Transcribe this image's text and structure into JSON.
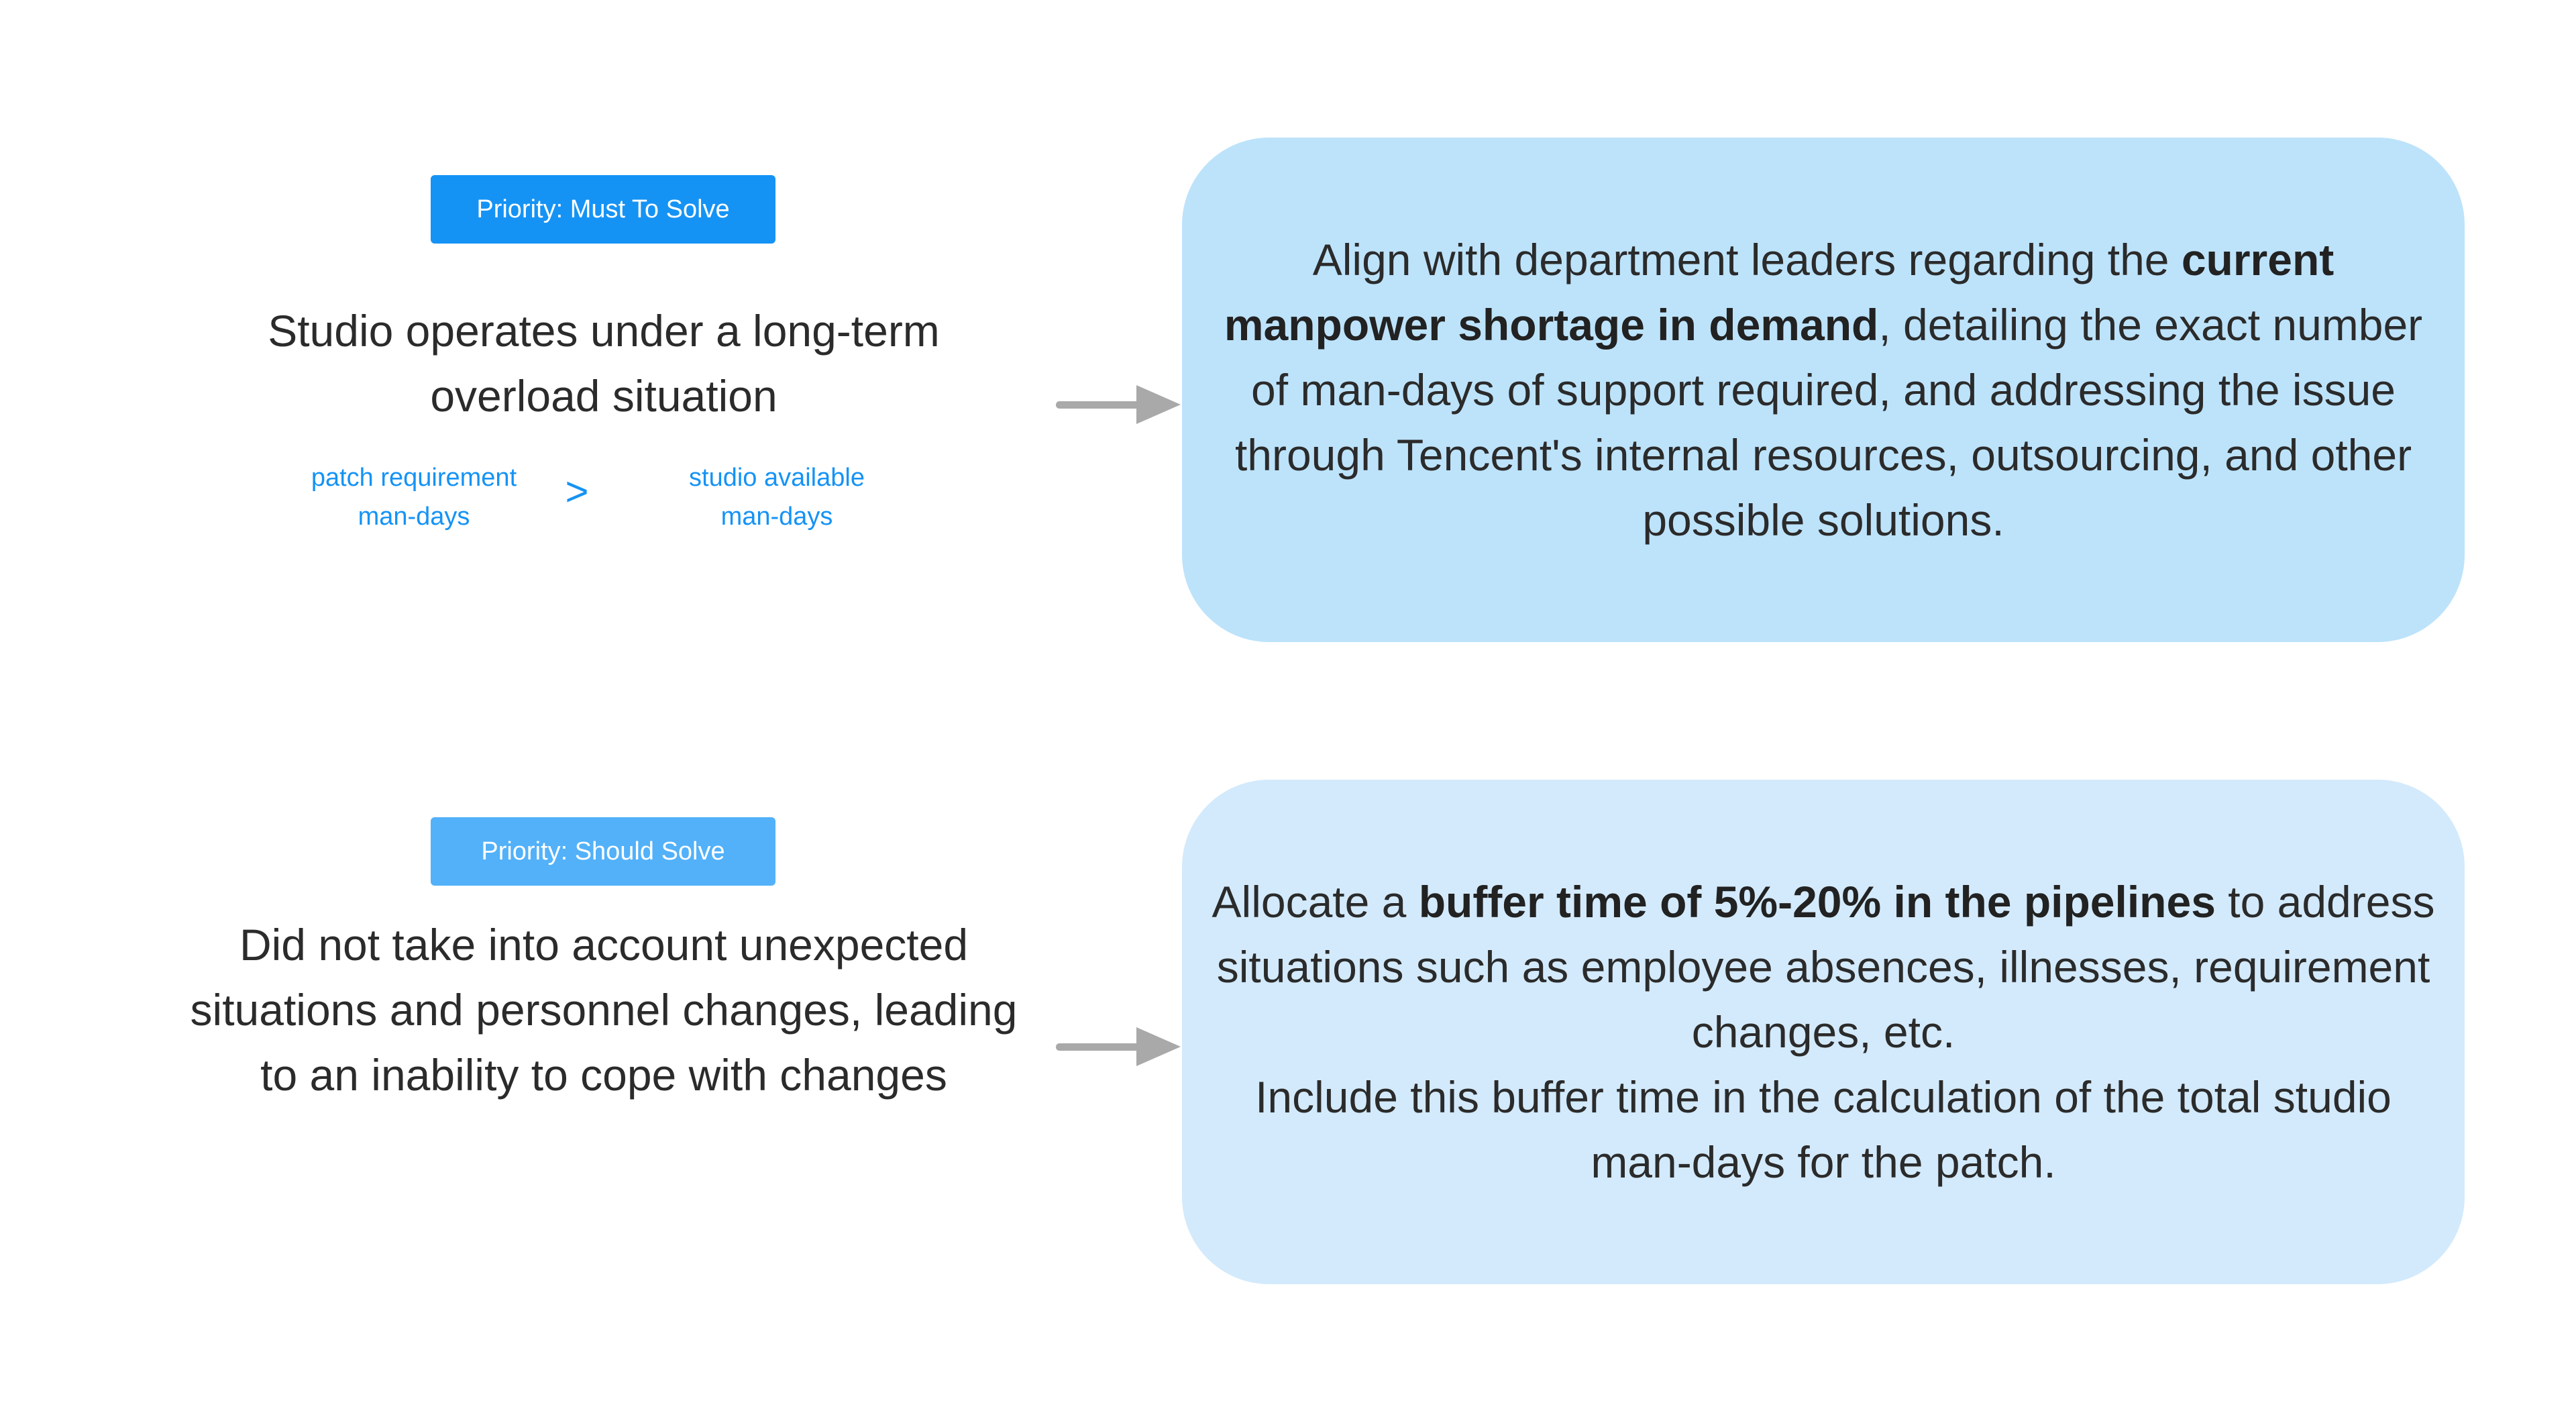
{
  "colors": {
    "badge_must": "#1593f5",
    "badge_should": "#52b1f9",
    "solution_must_bg": "#bde3fb",
    "solution_should_bg": "#d3eafc",
    "arrow": "#a9a9a9",
    "compare_text": "#1593f5"
  },
  "rows": [
    {
      "priority_label": "Priority: Must To Solve",
      "problem_lines": [
        "Studio operates under a long-term",
        "overload situation"
      ],
      "comparison": {
        "left_term_lines": [
          "patch requirement",
          "man-days"
        ],
        "operator": ">",
        "right_term_lines": [
          "studio available",
          "man-days"
        ]
      },
      "solution": {
        "p1": "Align with department leaders regarding the ",
        "b1": "current manpower shortage in demand",
        "p2": ", detailing the exact number of man-days of support required, and addressing the issue through Tencent's internal resources, outsourcing, and other possible solutions."
      }
    },
    {
      "priority_label": "Priority: Should Solve",
      "problem_lines": [
        "Did not take into account unexpected",
        "situations and personnel changes, leading",
        "to an inability to cope with changes"
      ],
      "solution": {
        "p1": "Allocate a ",
        "b1": "buffer time of 5%-20% in the pipelines",
        "p2": " to address situations such as employee absences, illnesses, requirement changes, etc.",
        "line2": "Include this buffer time in the calculation of the total studio man-days for the patch."
      }
    }
  ]
}
